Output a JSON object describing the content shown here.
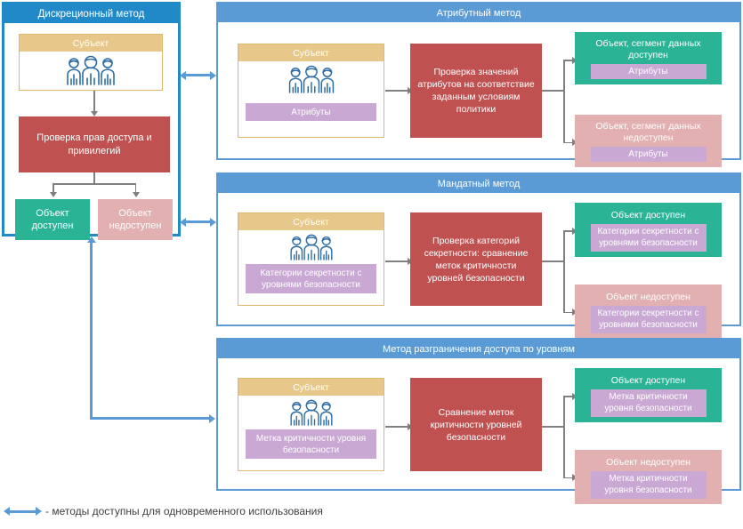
{
  "colors": {
    "panel_blue_left": "#2189c8",
    "panel_blue_right": "#5b9bd5",
    "subject_gold": "#e8c88a",
    "chip_purple": "#c9a8d4",
    "process_red": "#bf5151",
    "allow_green": "#2bb396",
    "deny_pink": "#e2b0b0",
    "connector_grey": "#808080",
    "connector_blue": "#5b9bd5"
  },
  "discretionary": {
    "title": "Дискреционный метод",
    "subject_label": "Субъект",
    "subject_icon": "people-group-icon",
    "process_label": "Проверка прав доступа и привилегий",
    "allow_label": "Объект доступен",
    "deny_label": "Объект недоступен"
  },
  "attribute": {
    "title": "Атрибутный метод",
    "subject_label": "Субъект",
    "subject_icon": "people-group-icon",
    "subject_chip": "Атрибуты",
    "process_label": "Проверка значений атрибутов на соответствие заданным условиям политики",
    "allow_title": "Объект, сегмент данных доступен",
    "allow_chip": "Атрибуты",
    "deny_title": "Объект, сегмент данных недоступен",
    "deny_chip": "Атрибуты"
  },
  "mandatory": {
    "title": "Мандатный метод",
    "subject_label": "Субъект",
    "subject_icon": "people-group-icon",
    "subject_chip": "Категории секретности с уровнями безопасности",
    "process_label": "Проверка категорий секретности: сравнение меток критичности уровней безопасности",
    "allow_title": "Объект доступен",
    "allow_chip": "Категории секретности с уровнями безопасности",
    "deny_title": "Объект недоступен",
    "deny_chip": "Категории секретности с уровнями безопасности"
  },
  "levels": {
    "title": "Метод разграничения доступа по уровням",
    "subject_label": "Субъект",
    "subject_icon": "people-group-icon",
    "subject_chip": "Метка критичности уровня безопасности",
    "process_label": "Сравнение меток критичности уровней безопасности",
    "allow_title": "Объект доступен",
    "allow_chip": "Метка критичности уровня безопасности",
    "deny_title": "Объект недоступен",
    "deny_chip": "Метка критичности уровня безопасности"
  },
  "legend": {
    "icon": "double-headed-arrow-icon",
    "text": "- методы доступны для одновременного использования"
  }
}
